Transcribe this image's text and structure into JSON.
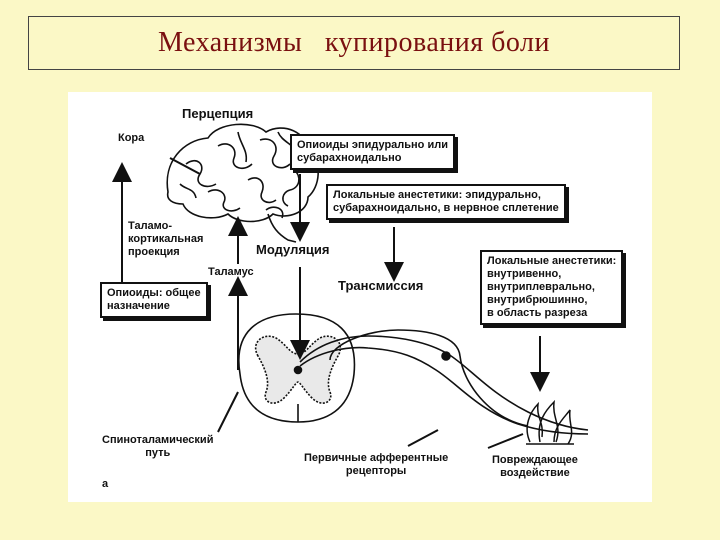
{
  "slide": {
    "title": "Механизмы   купирования боли"
  },
  "diagram": {
    "labels": {
      "perception": "Перцепция",
      "cortex": "Кора",
      "thalamocortical": "Таламо-\nкортикальная\nпроекция",
      "thalamus": "Таламус",
      "modulation": "Модуляция",
      "transmission": "Трансмиссия",
      "spinothalamic": "Спиноталамический\nпуть",
      "primary_afferent": "Первичные афферентные\nрецепторы",
      "damaging": "Повреждающее\nвоздействие",
      "panel_letter": "а"
    },
    "boxes": {
      "opioids_epidural": "Опиоиды эпидурально или\nсубарахноидально",
      "local_anesthetics_epidural": "Локальные анестетики: эпидурально,\nсубарахноидально, в нервное сплетение",
      "opioids_general": "Опиоиды: общее\nназначение",
      "local_anesthetics_iv": "Локальные анестетики:\nвнутривенно,\nвнутриплеврально,\nвнутрибрюшинно,\nв область разреза"
    }
  }
}
